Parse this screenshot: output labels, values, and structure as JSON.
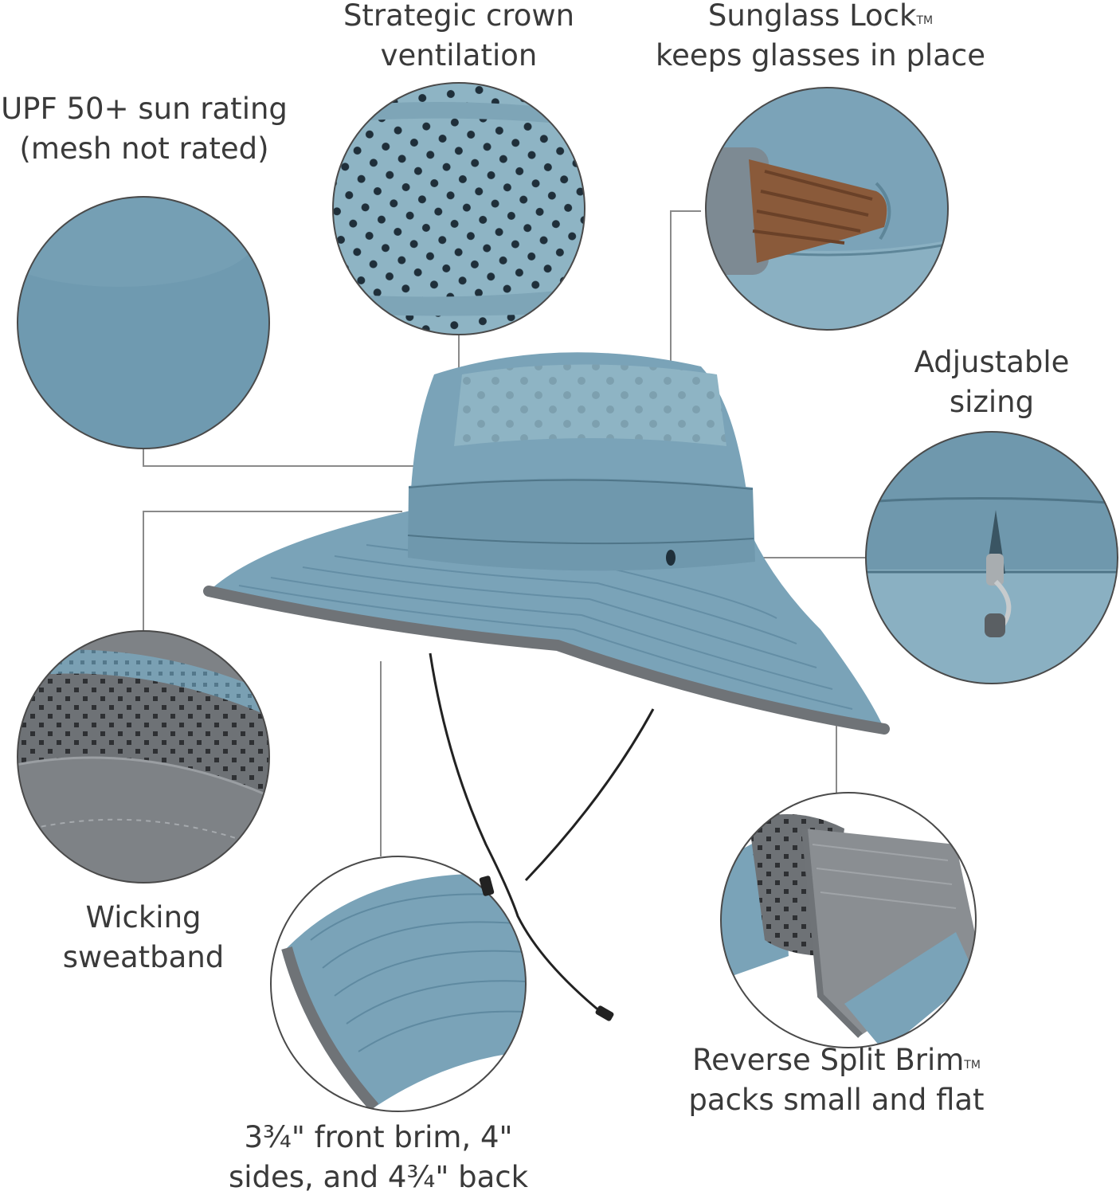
{
  "colors": {
    "hat_blue": "#7aa3b8",
    "hat_blue_dark": "#5f8aa1",
    "mesh_blue": "#8db2c2",
    "trim_gray": "#6f7377",
    "sweatband_gray": "#7d8185",
    "leader_line": "#8a8a8a",
    "text": "#3a3a3a"
  },
  "features": {
    "upf": {
      "line1": "UPF 50+ sun rating",
      "line2": "(mesh not rated)"
    },
    "crown": {
      "line1": "Strategic crown",
      "line2": "ventilation"
    },
    "sunglass": {
      "line1": "Sunglass Lock",
      "line1_mark": "TM",
      "line2": "keeps glasses in place"
    },
    "sizing": {
      "line1": "Adjustable",
      "line2": "sizing"
    },
    "sweatband": {
      "line1": "Wicking",
      "line2": "sweatband"
    },
    "split_brim": {
      "line1": "Reverse Split Brim",
      "line1_mark": "TM",
      "line2": "packs small and flat"
    },
    "brim": {
      "line1": "3¾\" front brim, 4\"",
      "line2": "sides, and 4¾\" back"
    }
  }
}
